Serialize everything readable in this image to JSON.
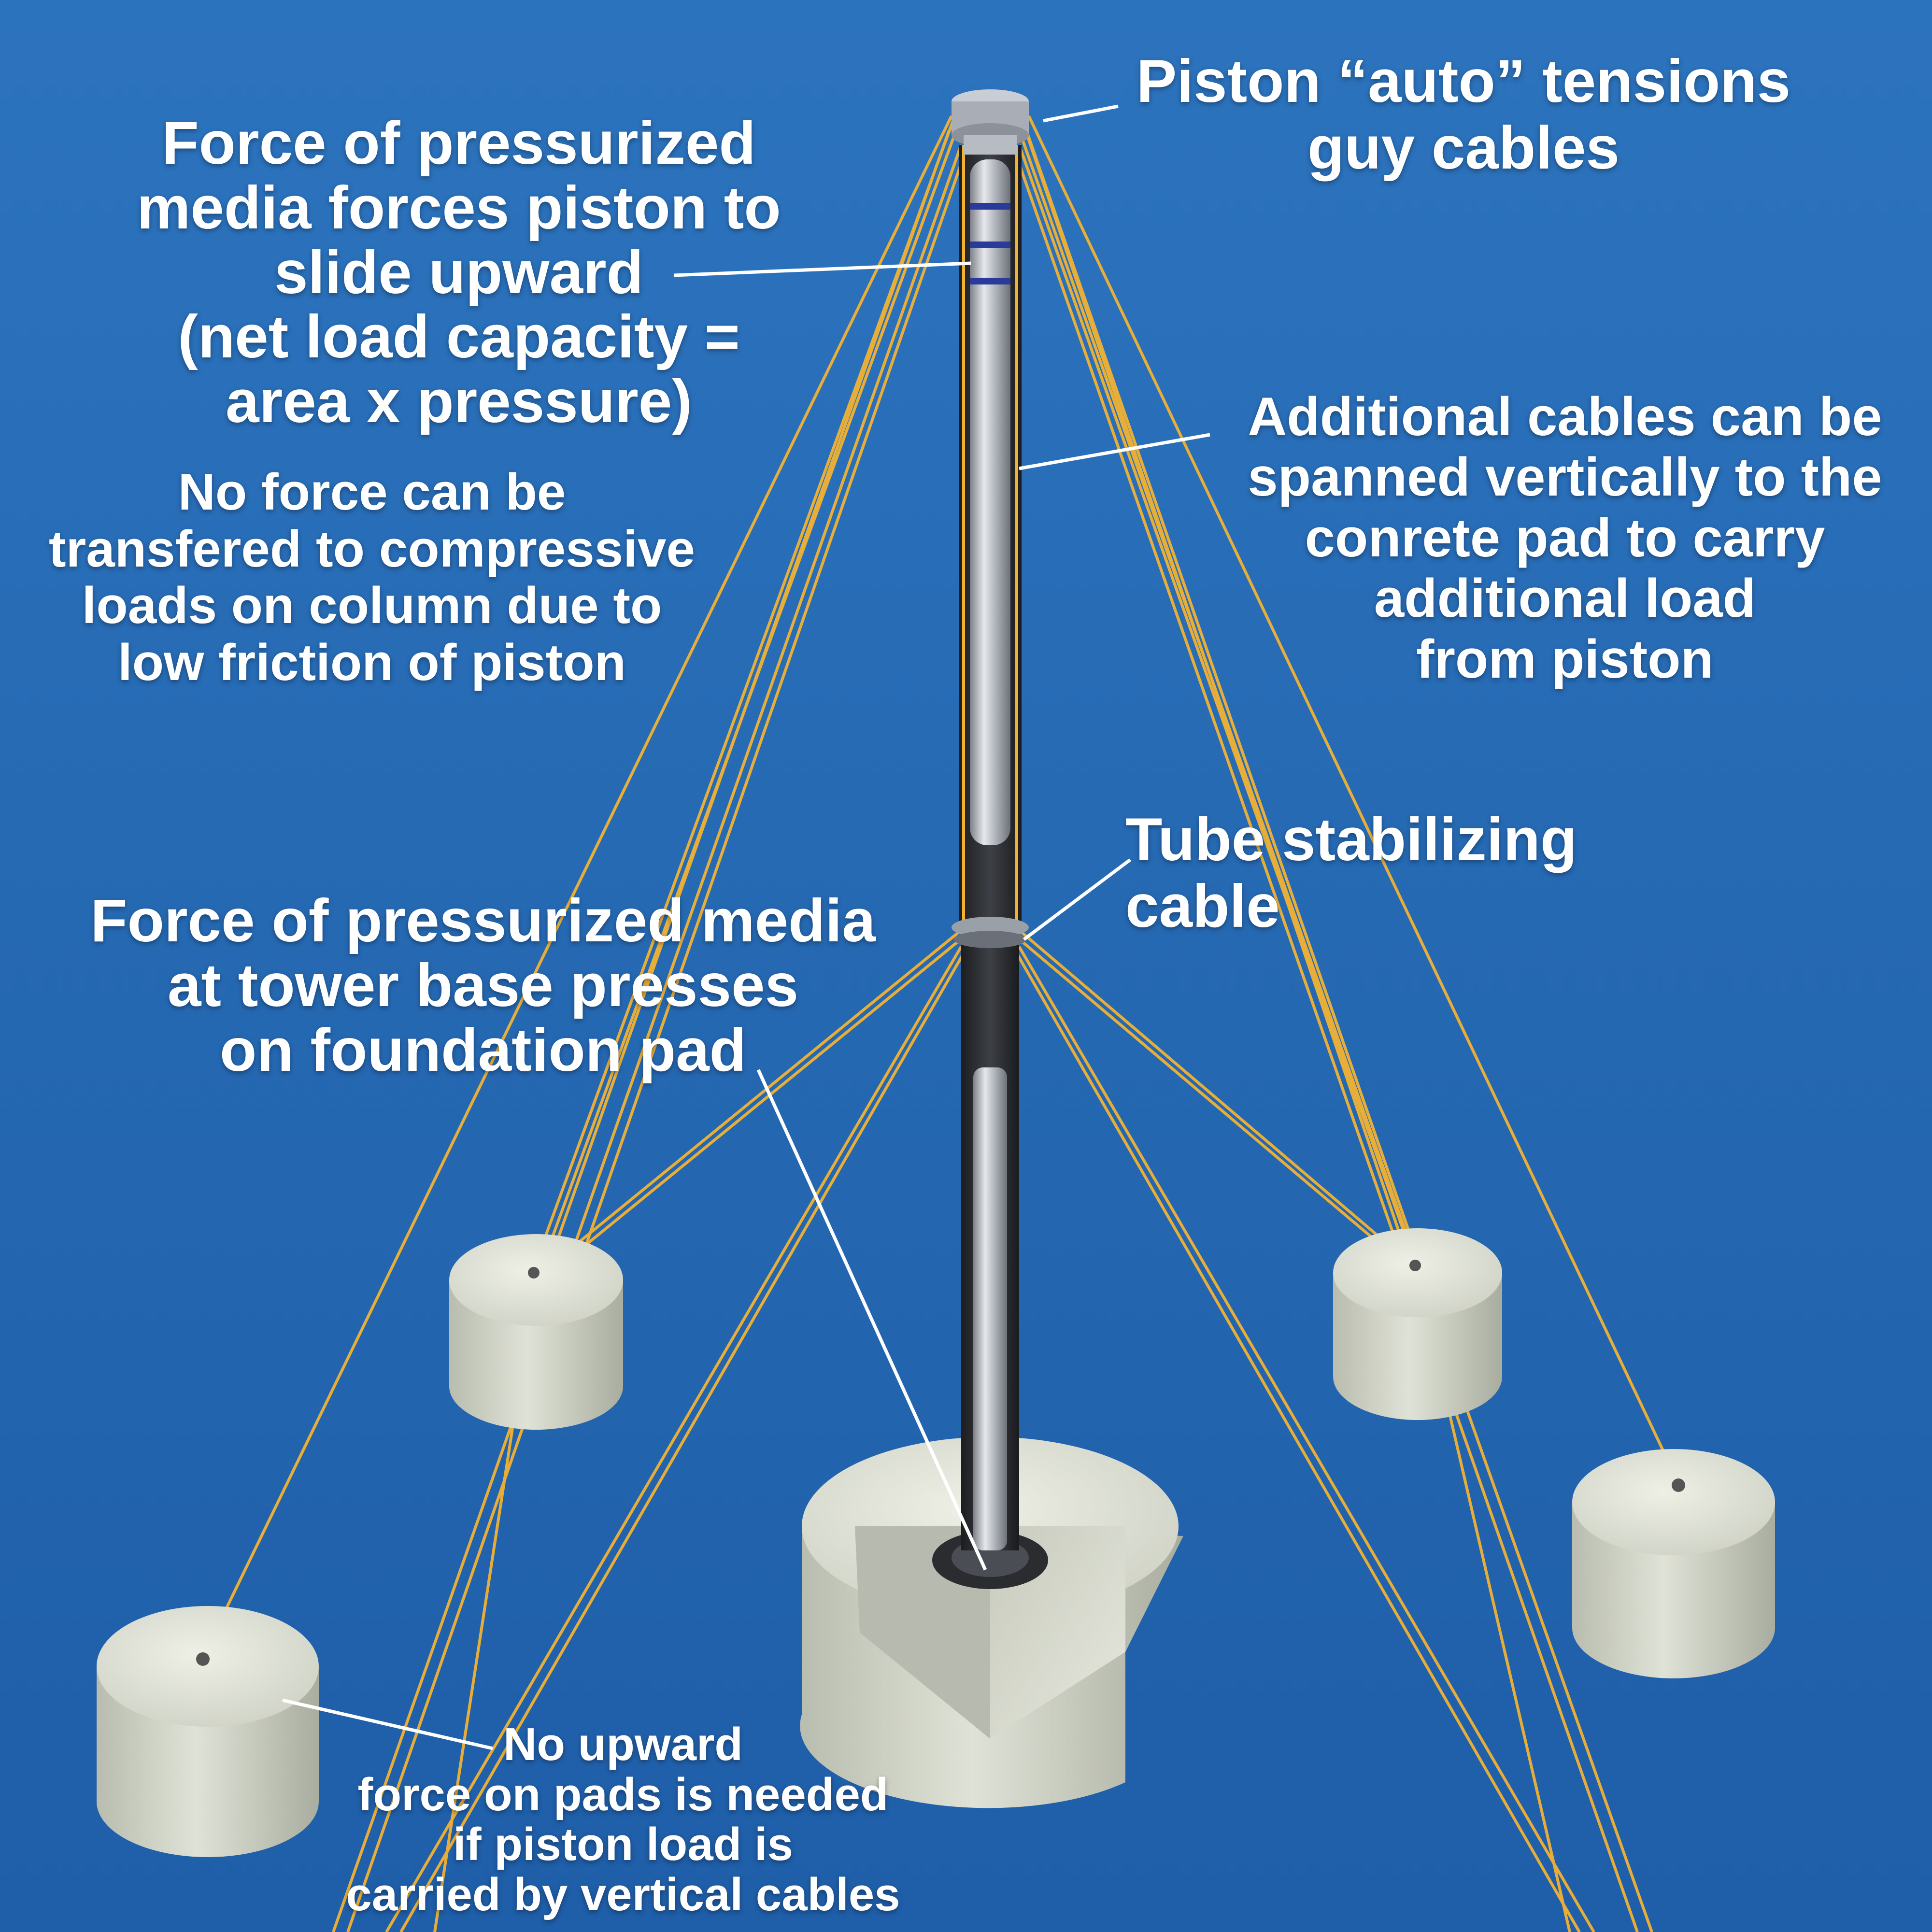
{
  "labels": {
    "piston_auto": "Piston “auto” tensions\nguy cables",
    "force_piston": "Force of pressurized\nmedia forces piston to\nslide upward\n(net load capacity =\narea x pressure)",
    "no_force": "No force can be\ntransfered to compressive\nloads on column due to\nlow friction of piston",
    "additional_cables": "Additional cables can be\nspanned vertically to the\nconrete pad to carry\nadditional load\nfrom piston",
    "tube_stabilizing": "Tube stabilizing\ncable",
    "force_base": "Force of pressurized media\nat tower base presses\non foundation pad",
    "no_upward": "No upward\nforce on pads is needed\nif piston load is\ncarried by vertical cables"
  },
  "colors": {
    "background": "#2a6fb8",
    "cable": "#f2b233",
    "concrete": "#d9dccf",
    "tube_dark": "#2b2d31",
    "piston_band": "#2a3a9a",
    "text": "#ffffff"
  }
}
